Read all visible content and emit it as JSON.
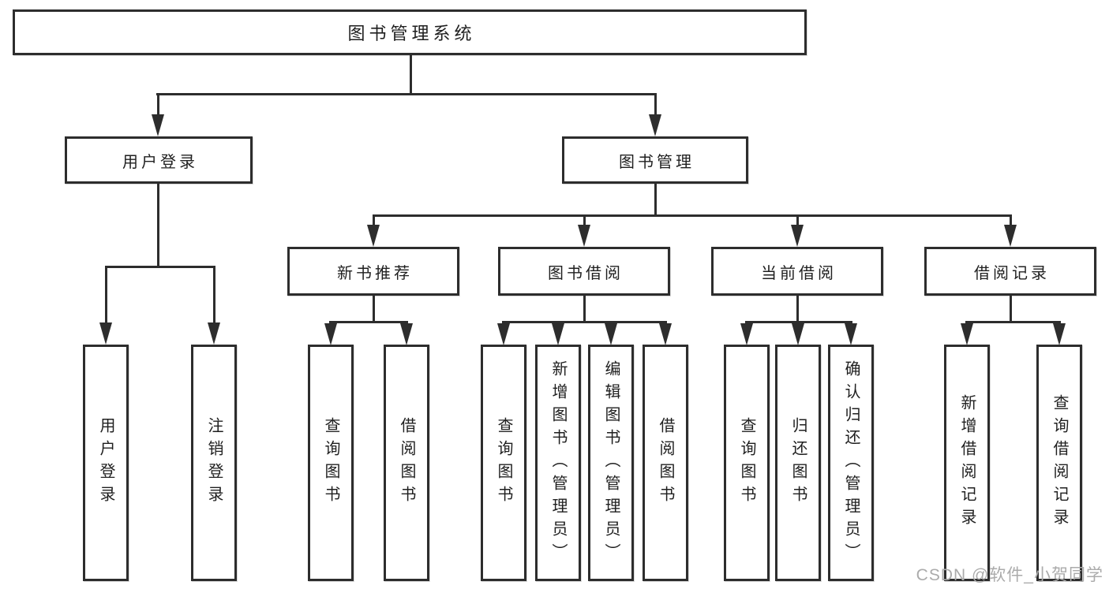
{
  "diagram_type": "hierarchy-tree",
  "colors": {
    "line": "#2d2d2d",
    "box_border": "#2d2d2d",
    "box_fill": "#ffffff",
    "text": "#1f1f1f",
    "watermark": "#ababab"
  },
  "tree": {
    "label": "图书管理系统",
    "children": [
      {
        "label": "用户登录",
        "children": [
          {
            "label": "用户登录"
          },
          {
            "label": "注销登录"
          }
        ]
      },
      {
        "label": "图书管理",
        "children": [
          {
            "label": "新书推荐",
            "children": [
              {
                "label": "查询图书"
              },
              {
                "label": "借阅图书"
              }
            ]
          },
          {
            "label": "图书借阅",
            "children": [
              {
                "label": "查询图书"
              },
              {
                "label": "新增图书（管理员）"
              },
              {
                "label": "编辑图书（管理员）"
              },
              {
                "label": "借阅图书"
              }
            ]
          },
          {
            "label": "当前借阅",
            "children": [
              {
                "label": "查询图书"
              },
              {
                "label": "归还图书"
              },
              {
                "label": "确认归还（管理员）"
              }
            ]
          },
          {
            "label": "借阅记录",
            "children": [
              {
                "label": "新增借阅记录"
              },
              {
                "label": "查询借阅记录"
              }
            ]
          }
        ]
      }
    ]
  },
  "watermark": {
    "text": "CSDN @软件_小贺同学"
  }
}
